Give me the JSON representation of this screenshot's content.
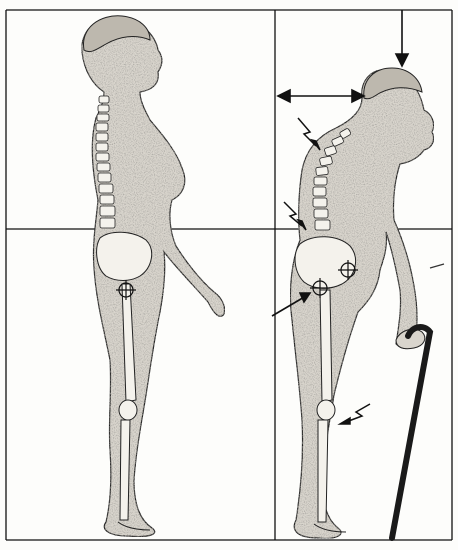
{
  "figure": {
    "panels": [
      {
        "id": "left",
        "subject": "woman-upright-posture"
      },
      {
        "id": "right",
        "subject": "woman-stooped-posture-with-cane"
      }
    ],
    "markers": {
      "pain_icon": "lightning-bolt-icon",
      "joint_icon": "crosshair-target-icon"
    },
    "colors": {
      "line": "#111111",
      "figure_fill": "#d9d5cd",
      "figure_stipple": "#8a8680",
      "bone": "#f4f2ec",
      "cane": "#1a1a1a",
      "paper": "#fdfdfb"
    }
  }
}
